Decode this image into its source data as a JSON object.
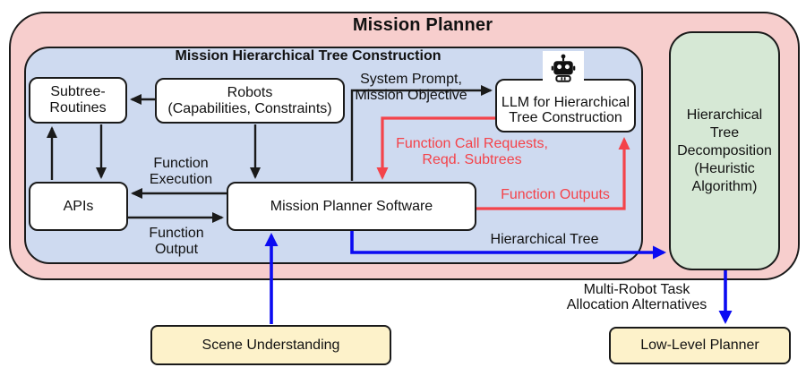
{
  "diagram": {
    "title": "Mission Planner",
    "inner_title": "Mission Hierarchical Tree Construction",
    "nodes": {
      "subtree_routines": "Subtree-\nRoutines",
      "robots": "Robots\n(Capabilities, Constraints)",
      "llm": "LLM for Hierarchical\nTree Construction",
      "apis": "APIs",
      "mission_planner_software": "Mission Planner Software",
      "hierarchical_tree_decomposition": "Hierarchical\nTree\nDecomposition\n(Heuristic\nAlgorithm)",
      "scene_understanding": "Scene Understanding",
      "low_level_planner": "Low-Level Planner"
    },
    "wire_labels": {
      "system_prompt": "System Prompt,\nMission Objective",
      "function_call_requests": "Function Call Requests,\nReqd. Subtrees",
      "function_outputs": "Function Outputs",
      "function_execution": "Function\nExecution",
      "function_output": "Function\nOutput",
      "hierarchical_tree": "Hierarchical Tree",
      "multi_robot_task": "Multi-Robot Task\nAllocation Alternatives"
    },
    "icons": {
      "robot": "robot-icon"
    },
    "colors": {
      "pink": "#f7cecd",
      "blue-bg": "#cedaf0",
      "green": "#d6e8d5",
      "yellow": "#fdf2ca",
      "red": "#f4434a",
      "blue-arrow": "#0b0bf2",
      "black": "#1a1a1a"
    }
  }
}
